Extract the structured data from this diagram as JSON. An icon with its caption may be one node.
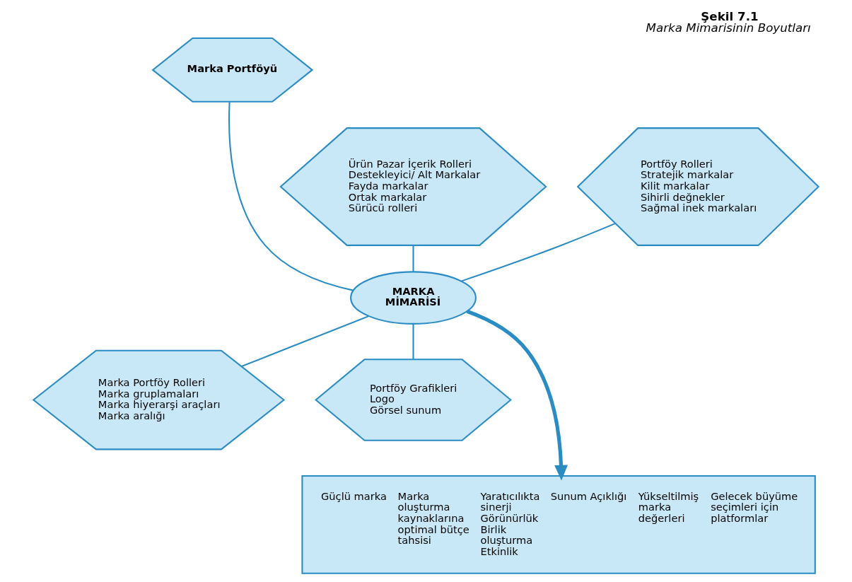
{
  "diagram": {
    "title": "Şekil 7.1",
    "caption": "Marka Mimarisinin Boyutları",
    "nodes": [
      {
        "text": [
          "Marka Portföyü"
        ]
      },
      {
        "text": [
          "Ürün Pazar İçerik Rolleri",
          "Destekleyici/ Alt Markalar",
          "Fayda markalar",
          "Ortak markalar",
          "Sürücü rolleri"
        ]
      },
      {
        "text": [
          "Portföy Rolleri",
          "Stratejik markalar",
          "Kilit markalar",
          "Sihirli değnekler",
          "Sağmal inek markaları"
        ]
      },
      {
        "text": [
          "MARKA MİMARİSİ"
        ]
      },
      {
        "text": [
          "Marka Portföy Rolleri",
          "Marka gruplamaları",
          "Marka hiyerarşi araçları",
          "Marka aralığı"
        ]
      },
      {
        "text": [
          "Portföy Grafikleri",
          "Logo",
          "Görsel sunum"
        ]
      },
      {
        "text": [
          "Güçlü marka",
          "Marka oluşturma kaynaklarına optimal bütçe tahsisi",
          "Yaratıcılıkta sinerji",
          "Görünürlük",
          "Birlik oluşturma",
          "Etkinlik",
          "Sunum Açıklığı",
          "Yükseltilmiş marka değerleri",
          "Gelecek büyüme seçimleri için platformlar"
        ]
      }
    ],
    "edges": [
      {
        "from": 0,
        "to": 3,
        "arrow": "none"
      },
      {
        "from": 1,
        "to": 3,
        "arrow": "none"
      },
      {
        "from": 2,
        "to": 3,
        "arrow": "none"
      },
      {
        "from": 3,
        "to": 4,
        "arrow": "none"
      },
      {
        "from": 3,
        "to": 5,
        "arrow": "none"
      },
      {
        "from": 3,
        "to": 6,
        "arrow": "to",
        "style": "thick"
      }
    ]
  }
}
